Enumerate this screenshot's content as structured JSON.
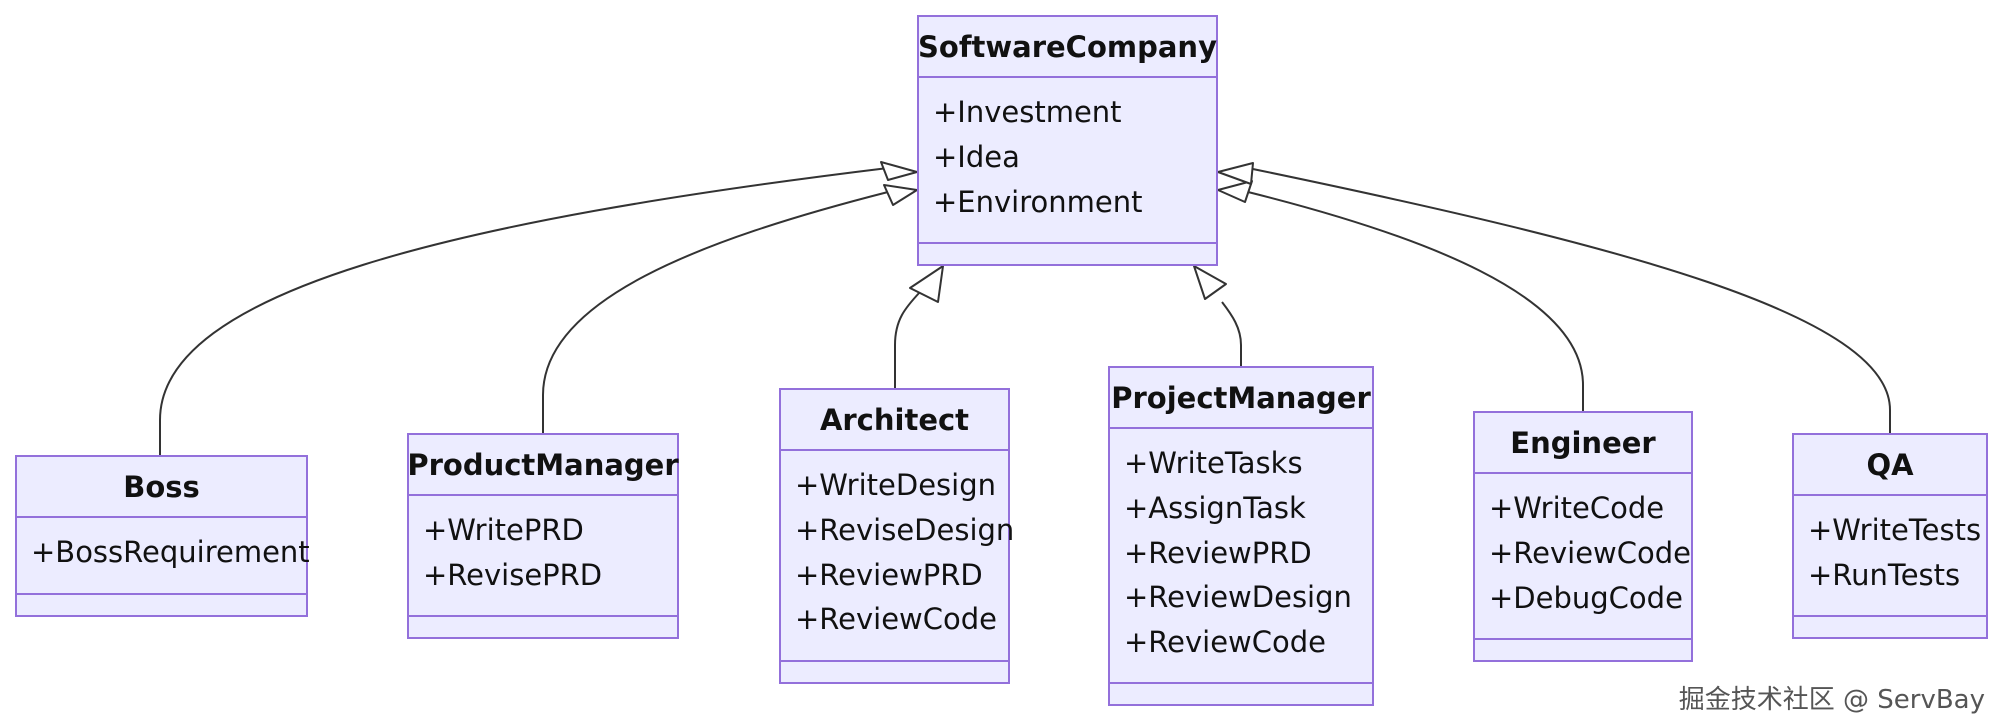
{
  "diagram": {
    "type": "class-diagram",
    "parent": {
      "name": "SoftwareCompany",
      "attributes": [
        "+Investment",
        "+Idea",
        "+Environment"
      ]
    },
    "children": [
      {
        "name": "Boss",
        "attributes": [
          "+BossRequirement"
        ]
      },
      {
        "name": "ProductManager",
        "attributes": [
          "+WritePRD",
          "+RevisePRD"
        ]
      },
      {
        "name": "Architect",
        "attributes": [
          "+WriteDesign",
          "+ReviseDesign",
          "+ReviewPRD",
          "+ReviewCode"
        ]
      },
      {
        "name": "ProjectManager",
        "attributes": [
          "+WriteTasks",
          "+AssignTask",
          "+ReviewPRD",
          "+ReviewDesign",
          "+ReviewCode"
        ]
      },
      {
        "name": "Engineer",
        "attributes": [
          "+WriteCode",
          "+ReviewCode",
          "+DebugCode"
        ]
      },
      {
        "name": "QA",
        "attributes": [
          "+WriteTests",
          "+RunTests"
        ]
      }
    ],
    "relationship": "inheritance",
    "colors": {
      "fill": "#ececff",
      "border": "#9370db",
      "edge": "#333333",
      "arrow_fill": "#ffffff"
    }
  },
  "watermark": "掘金技术社区 @ ServBay"
}
